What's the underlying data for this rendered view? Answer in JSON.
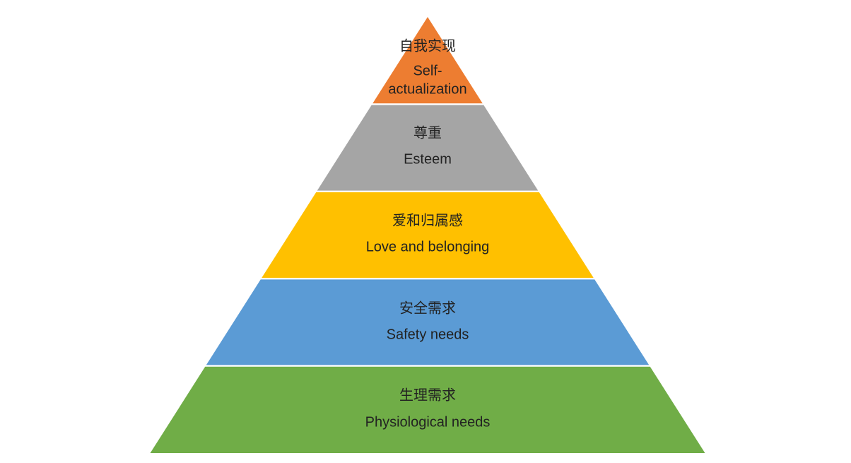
{
  "diagram": {
    "type": "pyramid",
    "levels": [
      {
        "cn": "自我实现",
        "en_lines": [
          "Self-",
          "actualization"
        ],
        "color": "#ED7D31"
      },
      {
        "cn": "尊重",
        "en_lines": [
          "Esteem"
        ],
        "color": "#A5A5A5"
      },
      {
        "cn": "爱和归属感",
        "en_lines": [
          "Love and belonging"
        ],
        "color": "#FFC000"
      },
      {
        "cn": "安全需求",
        "en_lines": [
          "Safety needs"
        ],
        "color": "#5B9BD5"
      },
      {
        "cn": "生理需求",
        "en_lines": [
          "Physiological needs"
        ],
        "color": "#70AD47"
      }
    ],
    "separator_color": "#E8EEF2",
    "text_color": "#222222"
  }
}
